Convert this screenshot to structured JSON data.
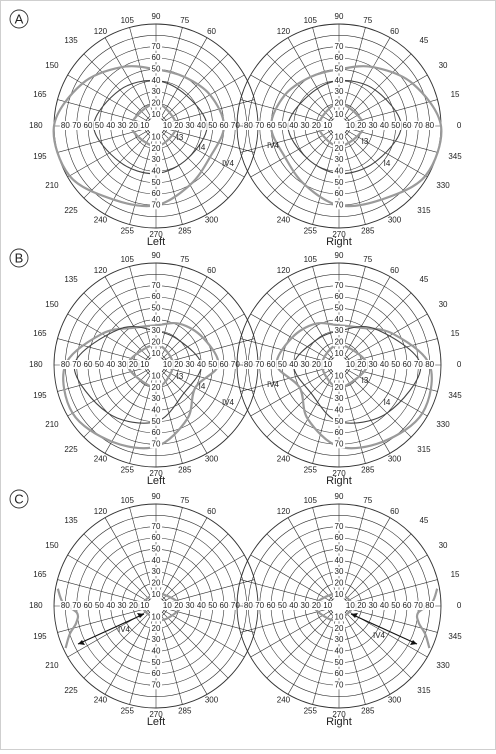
{
  "panels": [
    {
      "letter": "A",
      "left_label": "Left",
      "right_label": "Right",
      "isopters_left": [
        "I3",
        "I4",
        "IV4"
      ],
      "isopters_right": [
        "IV4",
        "I3",
        "I4"
      ]
    },
    {
      "letter": "B",
      "left_label": "Left",
      "right_label": "Right",
      "isopters_left": [
        "I3",
        "I4",
        "IV4"
      ],
      "isopters_right": [
        "IV4",
        "I3",
        "I4"
      ]
    },
    {
      "letter": "C",
      "left_label": "Left",
      "right_label": "Right",
      "isopters_left": [
        "IV4"
      ],
      "isopters_right": [
        "IV4"
      ]
    }
  ],
  "radial_ticks": [
    "10",
    "20",
    "30",
    "40",
    "50",
    "60",
    "70",
    "80"
  ],
  "vertical_ticks": [
    "10",
    "20",
    "30",
    "40",
    "50",
    "60",
    "70"
  ],
  "angles": {
    "top": [
      "120",
      "105",
      "90",
      "75",
      "60"
    ],
    "left_side": [
      "135",
      "150",
      "165",
      "180",
      "195",
      "210",
      "225"
    ],
    "right_side": [
      "45",
      "30",
      "15",
      "0",
      "345",
      "330",
      "315"
    ],
    "bottom": [
      "240",
      "255",
      "270",
      "285",
      "300"
    ]
  },
  "colors": {
    "grid": "#333333",
    "field_grey": "#9a9a9a",
    "field_dark": "#444444"
  }
}
